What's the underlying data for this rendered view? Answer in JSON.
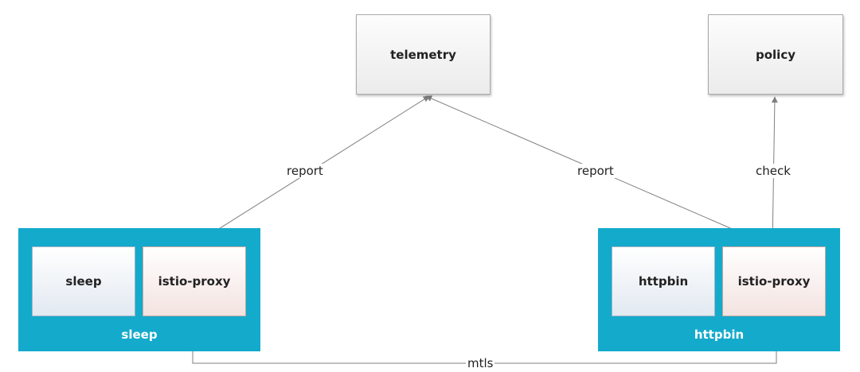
{
  "nodes": {
    "telemetry": "telemetry",
    "policy": "policy",
    "sleep_container": "sleep",
    "sleep_proxy": "istio-proxy",
    "httpbin_container": "httpbin",
    "httpbin_proxy": "istio-proxy"
  },
  "pods": {
    "sleep": "sleep",
    "httpbin": "httpbin"
  },
  "edges": {
    "report_left": "report",
    "report_right": "report",
    "check": "check",
    "mtls": "mtls"
  },
  "colors": {
    "pod_fill": "#14aacc",
    "line": "#7f7f7f"
  }
}
